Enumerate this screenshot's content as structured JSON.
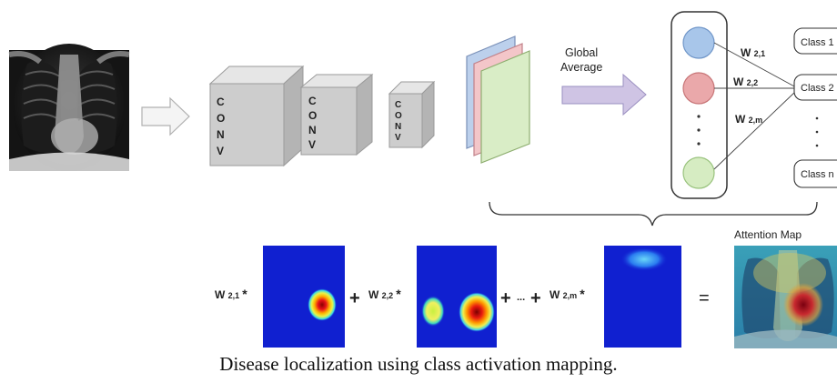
{
  "conv_layers": [
    {
      "letters": [
        "C",
        "O",
        "N",
        "V"
      ]
    },
    {
      "letters": [
        "C",
        "O",
        "N",
        "V"
      ]
    },
    {
      "letters": [
        "C",
        "O",
        "N",
        "V"
      ]
    }
  ],
  "gap_label": [
    "Global",
    "Average"
  ],
  "feature_map_colors": [
    "#bcd0ec",
    "#f3c6c9",
    "#d9edc6"
  ],
  "neurons": [
    {
      "color": "#a8c6ea",
      "stroke": "#6f95c8"
    },
    {
      "color": "#eaa8aa",
      "stroke": "#c77476"
    },
    {
      "color": "#d6ecc2",
      "stroke": "#98c27c"
    }
  ],
  "weights": [
    {
      "base": "W",
      "sub": "2,1"
    },
    {
      "base": "W",
      "sub": "2,2"
    },
    {
      "base": "W",
      "sub": "2,m"
    }
  ],
  "classes": [
    "Class 1",
    "Class 2",
    "Class n"
  ],
  "vdots": "·\n·\n·",
  "equation": {
    "terms": [
      {
        "base": "W",
        "sub": "2,1",
        "star": "*"
      },
      {
        "base": "W",
        "sub": "2,2",
        "star": "*"
      },
      {
        "base": "W",
        "sub": "2,m",
        "star": "*"
      }
    ],
    "plus": "+",
    "ellipsis": "...",
    "equals": "="
  },
  "attention_title": "Attention  Map",
  "caption": "Disease localization using class activation mapping."
}
